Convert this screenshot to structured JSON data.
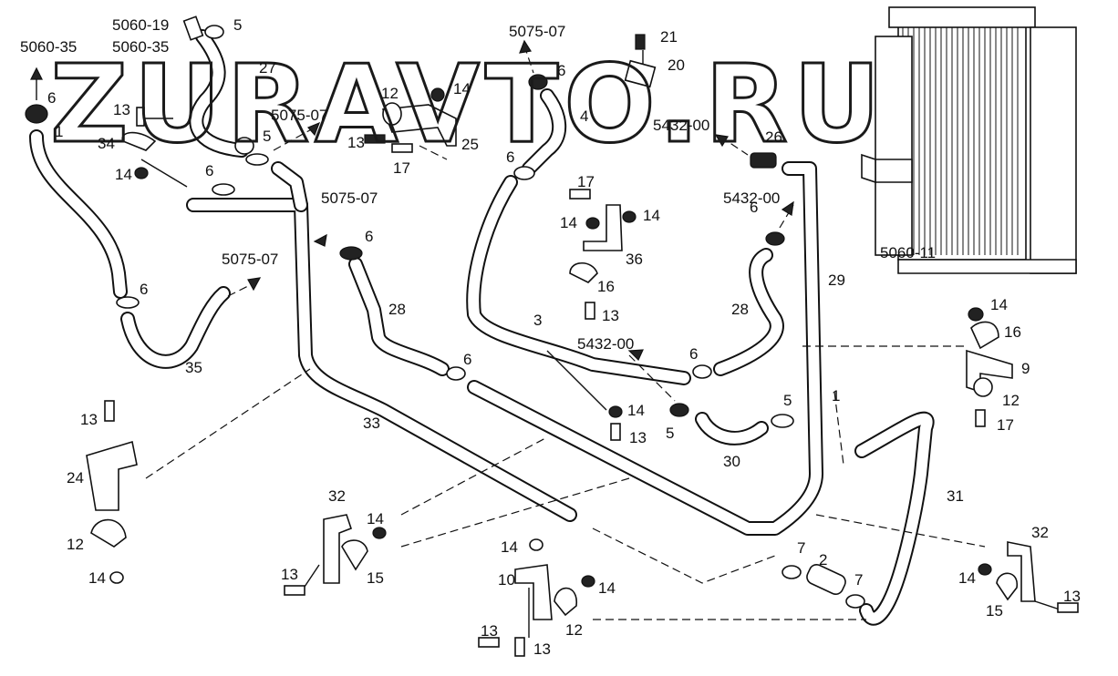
{
  "watermark": "ZURAVTO.RU",
  "refs": {
    "r5060_19": "5060-19",
    "r5060_35a": "5060-35",
    "r5060_35b": "5060-35",
    "r5075_a": "5075-07",
    "r5075_b": "5075-07",
    "r5075_c": "5075-07",
    "r5075_d": "5075-07",
    "r5432_a": "5432-00",
    "r5432_b": "5432-00",
    "r5432_c": "5432-00",
    "r5060_11": "5060-11"
  },
  "parts": [
    {
      "id": "p5a",
      "text": "5"
    },
    {
      "id": "p27",
      "text": "27"
    },
    {
      "id": "p6a",
      "text": "6"
    },
    {
      "id": "p1",
      "text": "1"
    },
    {
      "id": "p13a",
      "text": "13"
    },
    {
      "id": "p34",
      "text": "34"
    },
    {
      "id": "p14a",
      "text": "14"
    },
    {
      "id": "p6b",
      "text": "6"
    },
    {
      "id": "p5b",
      "text": "5"
    },
    {
      "id": "p12a",
      "text": "12"
    },
    {
      "id": "p14b",
      "text": "14"
    },
    {
      "id": "p13b",
      "text": "13"
    },
    {
      "id": "p17a",
      "text": "17"
    },
    {
      "id": "p25",
      "text": "25"
    },
    {
      "id": "p21",
      "text": "21"
    },
    {
      "id": "p20",
      "text": "20"
    },
    {
      "id": "p6c",
      "text": "6"
    },
    {
      "id": "p4",
      "text": "4"
    },
    {
      "id": "p26",
      "text": "26"
    },
    {
      "id": "p6d",
      "text": "6"
    },
    {
      "id": "p17b",
      "text": "17"
    },
    {
      "id": "p14c",
      "text": "14"
    },
    {
      "id": "p14d",
      "text": "14"
    },
    {
      "id": "p36",
      "text": "36"
    },
    {
      "id": "p16a",
      "text": "16"
    },
    {
      "id": "p13c",
      "text": "13"
    },
    {
      "id": "p6e",
      "text": "6"
    },
    {
      "id": "p28a",
      "text": "28"
    },
    {
      "id": "p6f",
      "text": "6"
    },
    {
      "id": "p28b",
      "text": "28"
    },
    {
      "id": "p29",
      "text": "29"
    },
    {
      "id": "p6g",
      "text": "6"
    },
    {
      "id": "p35",
      "text": "35"
    },
    {
      "id": "p3",
      "text": "3"
    },
    {
      "id": "p6h",
      "text": "6"
    },
    {
      "id": "p14e",
      "text": "14"
    },
    {
      "id": "p13d",
      "text": "13"
    },
    {
      "id": "p5c",
      "text": "5"
    },
    {
      "id": "p5d",
      "text": "5"
    },
    {
      "id": "p30",
      "text": "30"
    },
    {
      "id": "p6i",
      "text": "6"
    },
    {
      "id": "p14f",
      "text": "14"
    },
    {
      "id": "p16b",
      "text": "16"
    },
    {
      "id": "p9",
      "text": "9"
    },
    {
      "id": "p12b",
      "text": "12"
    },
    {
      "id": "p17c",
      "text": "17"
    },
    {
      "id": "p13e",
      "text": "13"
    },
    {
      "id": "p24",
      "text": "24"
    },
    {
      "id": "p33",
      "text": "33"
    },
    {
      "id": "p12c",
      "text": "12"
    },
    {
      "id": "p14g",
      "text": "14"
    },
    {
      "id": "p32a",
      "text": "32"
    },
    {
      "id": "p14h",
      "text": "14"
    },
    {
      "id": "p13f",
      "text": "13"
    },
    {
      "id": "p15a",
      "text": "15"
    },
    {
      "id": "p14i",
      "text": "14"
    },
    {
      "id": "p10",
      "text": "10"
    },
    {
      "id": "p14j",
      "text": "14"
    },
    {
      "id": "p12d",
      "text": "12"
    },
    {
      "id": "p13g",
      "text": "13"
    },
    {
      "id": "p13h",
      "text": "13"
    },
    {
      "id": "p7a",
      "text": "7"
    },
    {
      "id": "p2",
      "text": "2"
    },
    {
      "id": "p7b",
      "text": "7"
    },
    {
      "id": "p31",
      "text": "31"
    },
    {
      "id": "p32b",
      "text": "32"
    },
    {
      "id": "p14k",
      "text": "14"
    },
    {
      "id": "p15b",
      "text": "15"
    },
    {
      "id": "p13i",
      "text": "13"
    },
    {
      "id": "p1b",
      "text": "1"
    }
  ]
}
